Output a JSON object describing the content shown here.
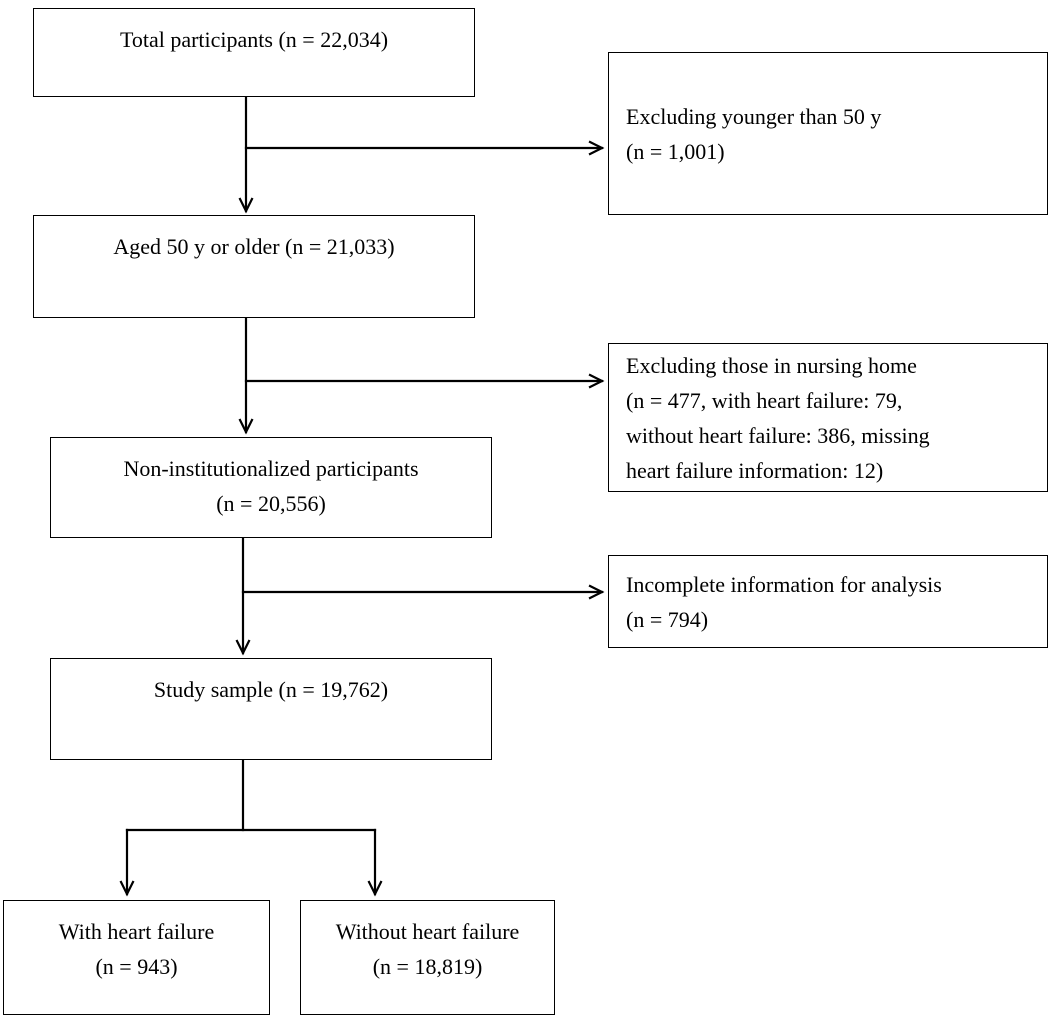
{
  "nodes": {
    "total": {
      "text": "Total participants (n = 22,034)"
    },
    "aged": {
      "text": "Aged 50 y or older (n = 21,033)"
    },
    "noninstitutionalized": {
      "text": "Non-institutionalized participants\n(n = 20,556)"
    },
    "study_sample": {
      "text": "Study sample (n = 19,762)"
    },
    "excluded_age": {
      "text": "Excluding younger than 50 y\n(n = 1,001)"
    },
    "excluded_nursing_home": {
      "text": "Excluding those in nursing home\n(n = 477, with heart failure: 79,\nwithout heart failure: 386, missing\nheart failure information: 12)"
    },
    "excluded_incomplete": {
      "text": "Incomplete information for analysis\n(n = 794)"
    },
    "with_heart_failure": {
      "text": "With heart failure\n(n = 943)"
    },
    "without_heart_failure": {
      "text": "Without heart failure\n(n = 18,819)"
    }
  },
  "colors": {
    "line": "#000000",
    "box_border": "#000000",
    "background": "#ffffff"
  }
}
